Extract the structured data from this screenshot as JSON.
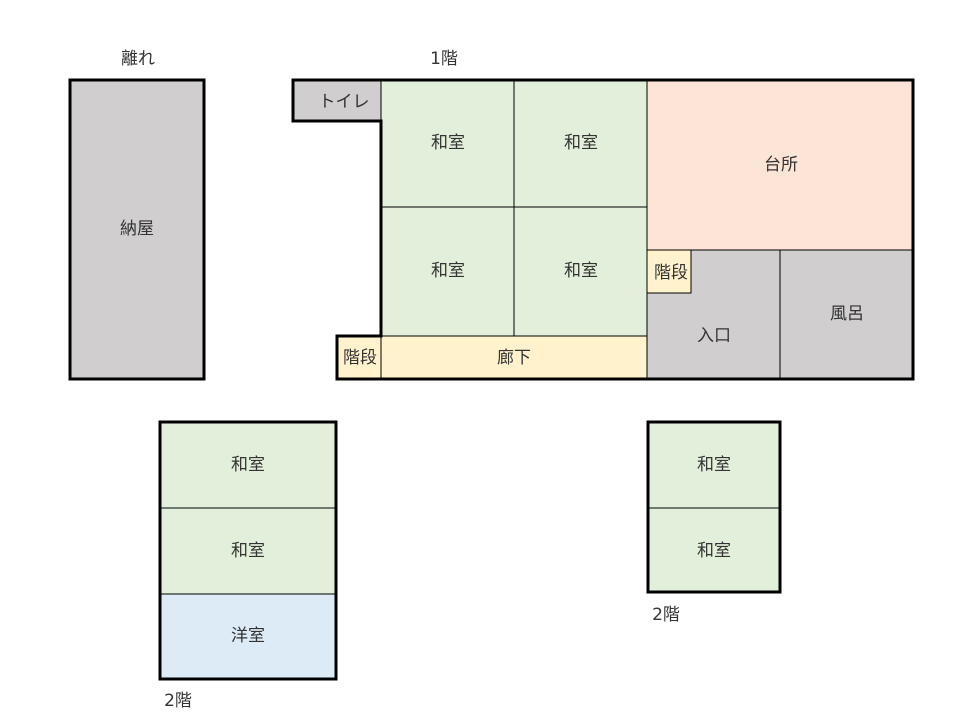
{
  "captions": {
    "annex": "離れ",
    "first_floor": "1階",
    "second_floor_left": "2階",
    "second_floor_right": "2階"
  },
  "rooms": {
    "storehouse": "納屋",
    "toilet": "トイレ",
    "washitsu_a": "和室",
    "washitsu_b": "和室",
    "washitsu_c": "和室",
    "washitsu_d": "和室",
    "kitchen": "台所",
    "stairs_upper": "階段",
    "entrance": "入口",
    "bath": "風呂",
    "stairs_lower": "階段",
    "corridor": "廊下",
    "left2_washitsu_a": "和室",
    "left2_washitsu_b": "和室",
    "left2_western": "洋室",
    "right2_washitsu_a": "和室",
    "right2_washitsu_b": "和室"
  },
  "colors": {
    "washitsu": "#e2efda",
    "kitchen": "#fce4d6",
    "stairs_corridor": "#fff2cc",
    "utility": "#d0cece",
    "western": "#ddebf7",
    "line": "#000000"
  }
}
